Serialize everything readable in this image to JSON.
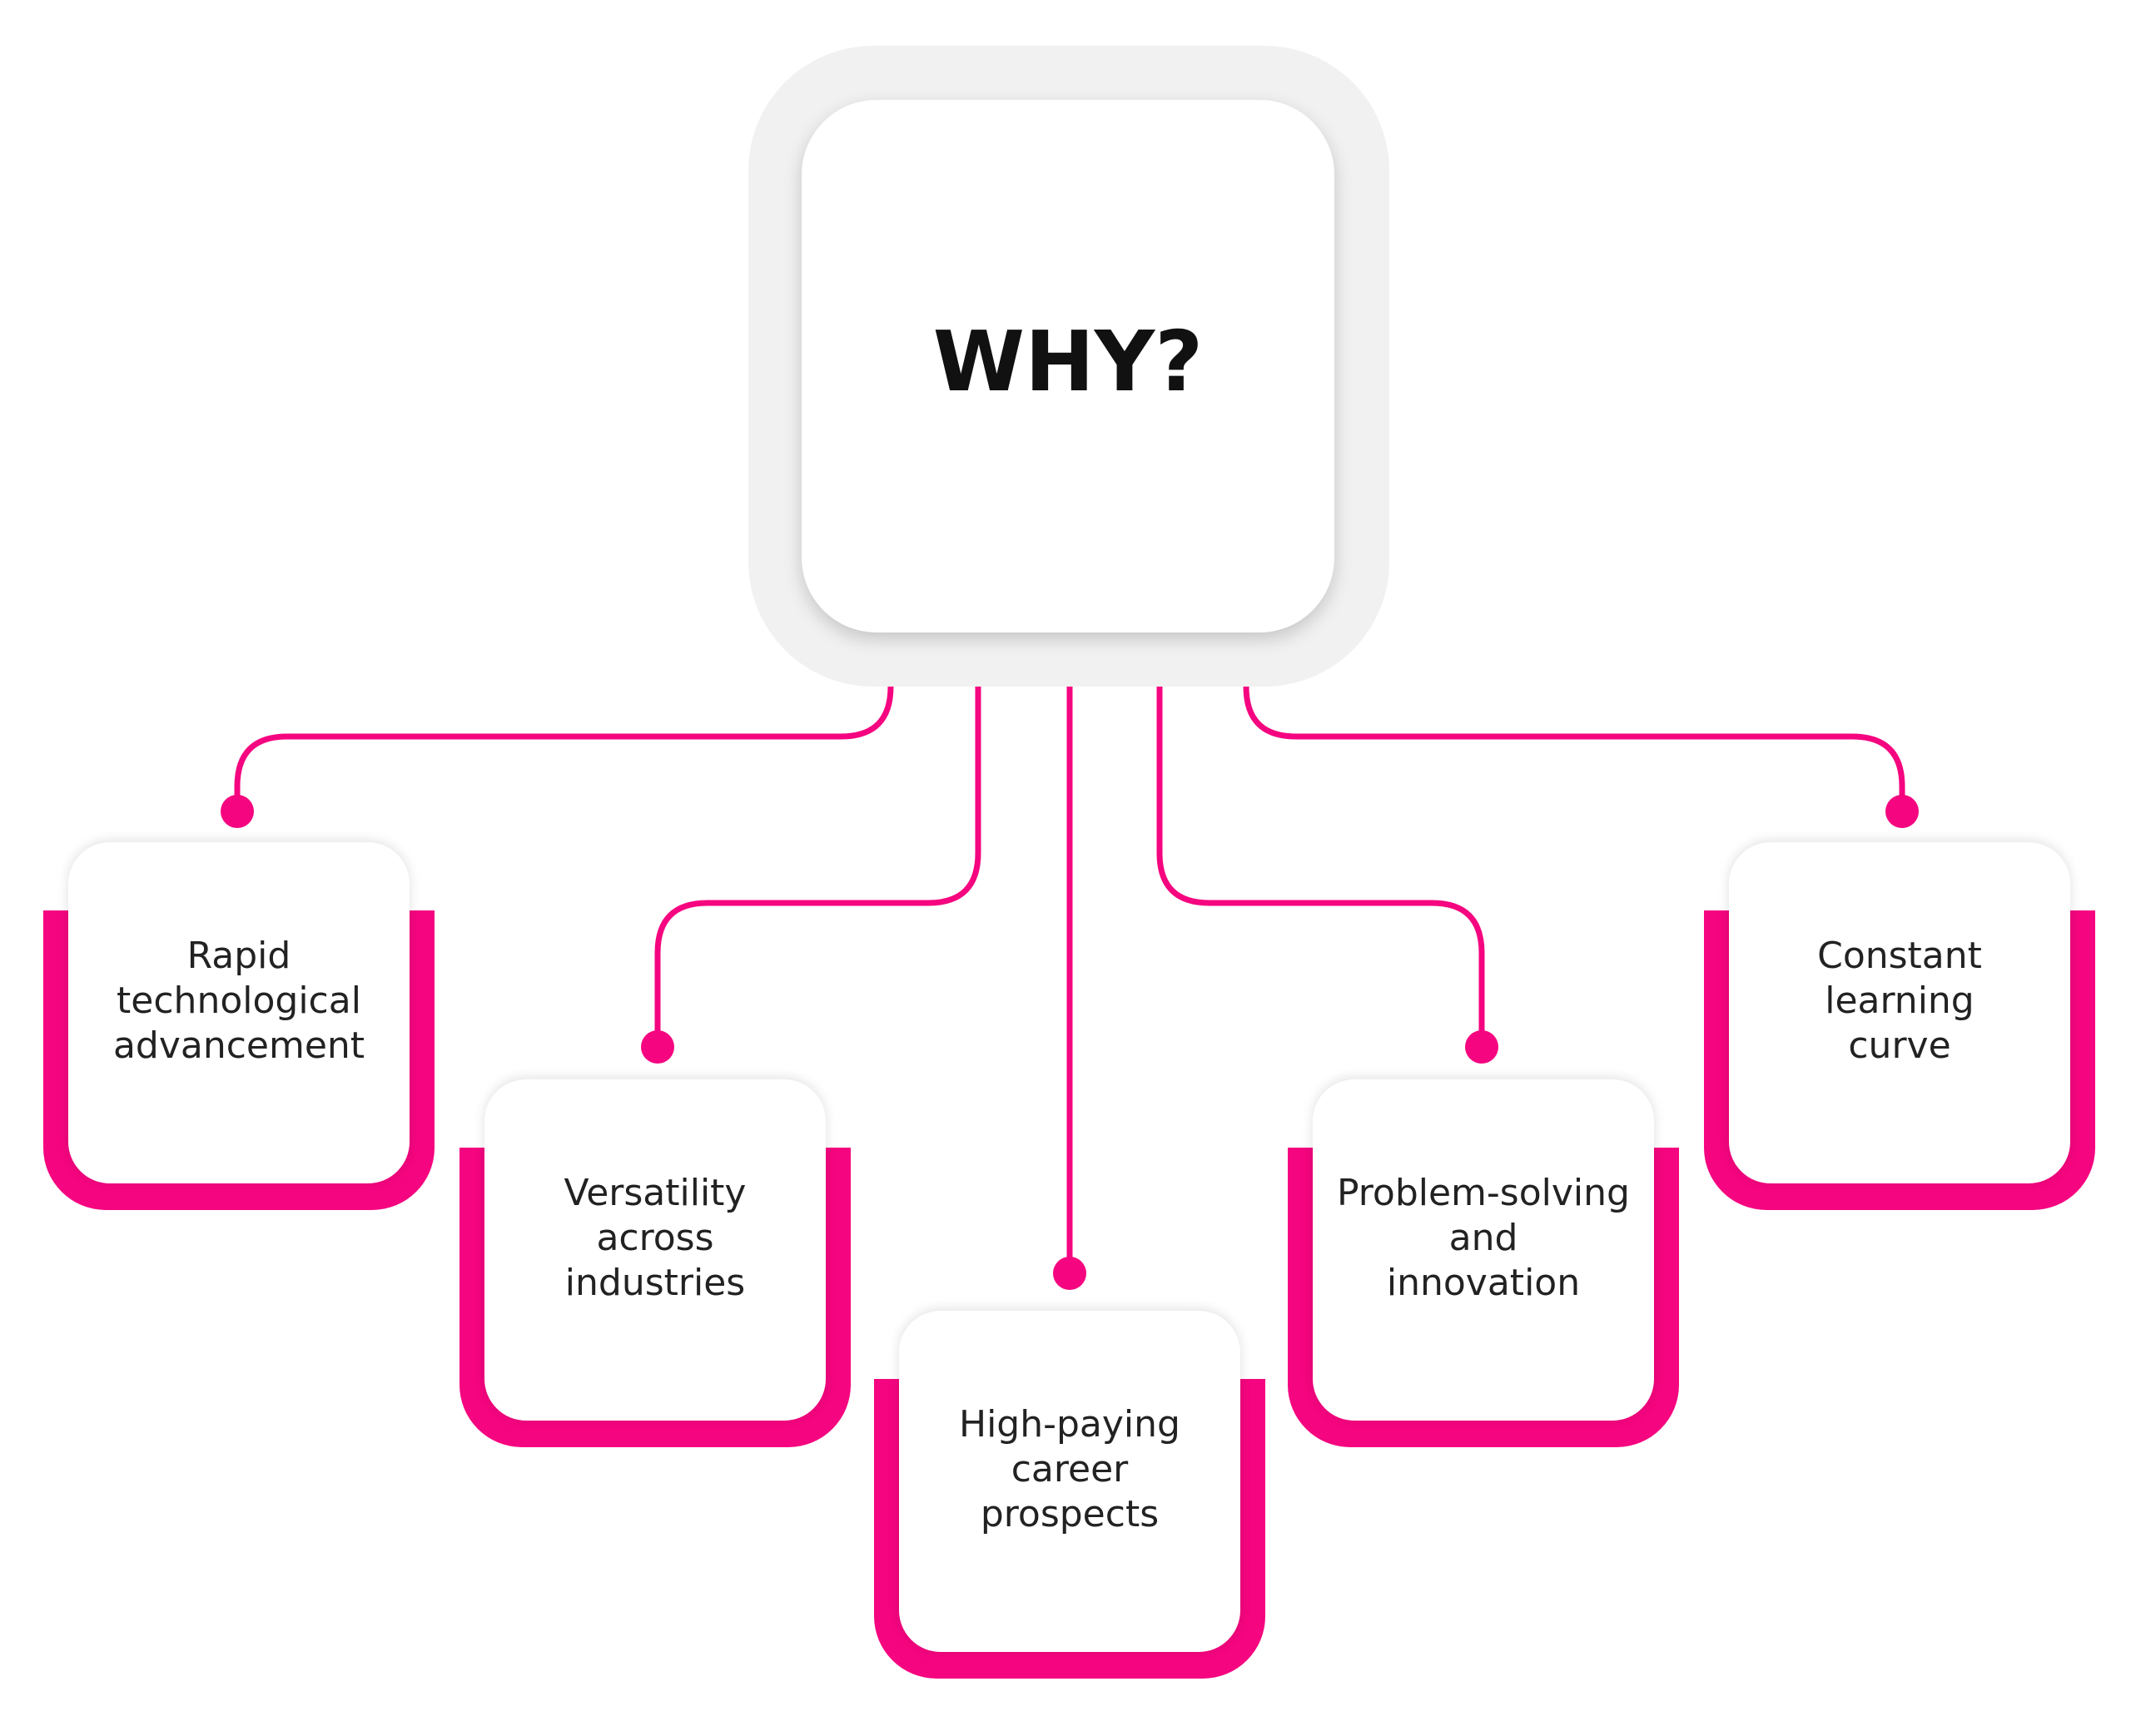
{
  "hub": {
    "title": "WHY?"
  },
  "items": [
    {
      "label": "Rapid\ntechnological\nadvancement"
    },
    {
      "label": "Versatility\nacross\nindustries"
    },
    {
      "label": "High-paying\ncareer\nprospects"
    },
    {
      "label": "Problem-solving\nand\ninnovation"
    },
    {
      "label": "Constant\nlearning\ncurve"
    }
  ],
  "colors": {
    "accent": "#f5057f",
    "hub_ring": "#f1f1f1",
    "card": "#ffffff",
    "text": "#222222"
  }
}
